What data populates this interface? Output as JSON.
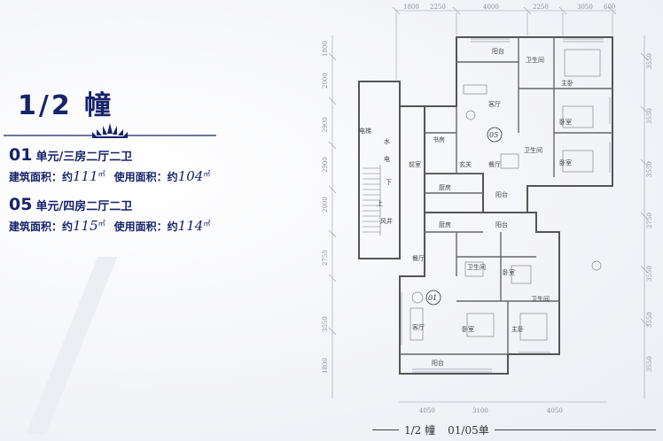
{
  "title": "1/2 幢",
  "units": [
    {
      "code": "01",
      "desc": "单元/三房二厅二卫",
      "built_label": "建筑面积：约",
      "built_value": "111",
      "use_label": "使用面积：约",
      "use_value": "104",
      "unit_symbol": "㎡"
    },
    {
      "code": "05",
      "desc": "单元/四房二厅二卫",
      "built_label": "建筑面积：约",
      "built_value": "115",
      "use_label": "使用面积：约",
      "use_value": "114",
      "unit_symbol": "㎡"
    }
  ],
  "dims_top": [
    "1800",
    "2250",
    "4000",
    "2250",
    "3050",
    "600"
  ],
  "dims_bottom": [
    "4050",
    "3100",
    "4050"
  ],
  "dims_left": [
    "1800",
    "2000",
    "2900",
    "2900",
    "2000",
    "2750",
    "3550",
    "1800"
  ],
  "dims_right": [
    "3550",
    "3550",
    "3550",
    "2750",
    "3550",
    "3550",
    "3550"
  ],
  "rooms": {
    "balcony_top": "阳台",
    "bath_a": "卫生间",
    "master_a": "主卧",
    "living_a": "客厅",
    "bedroom_a1": "卧室",
    "bedroom_a2": "卧室",
    "bath_a2": "卫生间",
    "study": "书房",
    "unit_05": "05",
    "foyer": "玄关",
    "dining_a": "餐厅",
    "stair_room": "前室",
    "kitchen_a": "厨房",
    "balcony_mid": "阳台",
    "kitchen_b": "厨房",
    "balcony_mid2": "阳台",
    "dining_b": "餐厅",
    "bath_b": "卫生间",
    "bedroom_b1": "卧室",
    "bath_b2": "卫生间",
    "unit_01": "01",
    "living_b": "客厅",
    "bedroom_b2": "卧室",
    "master_b": "主卧",
    "balcony_bottom": "阳台",
    "elevator": "电梯",
    "water": "水",
    "power": "电",
    "down": "下",
    "up": "上",
    "shaft": "风井"
  },
  "caption": {
    "building": "1/2 幢",
    "units": "01/05单"
  },
  "colors": {
    "navy": "#17236b",
    "wall": "#555555",
    "background": "#f5f6f9"
  }
}
